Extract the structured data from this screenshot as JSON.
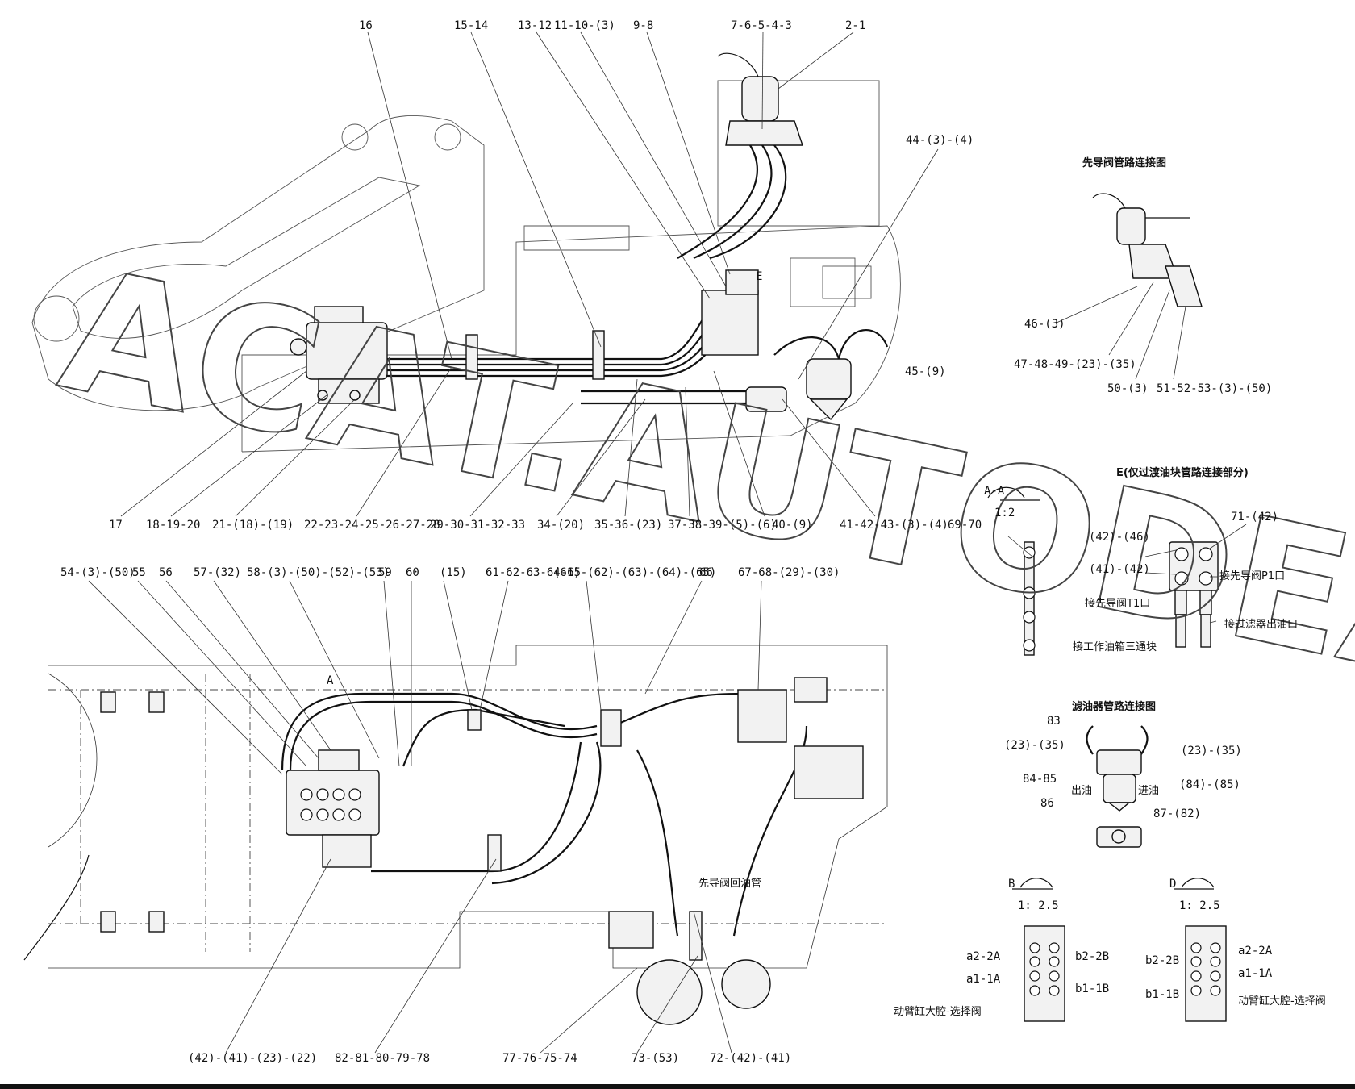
{
  "watermark": "ACAT.AUTODEALER.RU",
  "callouts_top": [
    "16",
    "15-14",
    "13-12",
    "11-10-(3)",
    "9-8",
    "7-6-5-4-3",
    "2-1",
    "44-(3)-(4)",
    "45-(9)",
    "17",
    "18-19-20",
    "21-(18)-(19)",
    "22-23-24-25-26-27-28",
    "29-30-31-32-33",
    "34-(20)",
    "35-36-(23)",
    "37-38-39-(5)-(6)",
    "40-(9)",
    "41-42-43-(3)-(4)"
  ],
  "callouts_bottom": [
    "54-(3)-(50)",
    "55",
    "56",
    "57-(32)",
    "58-(3)-(50)-(52)-(53)",
    "59",
    "60",
    "(15)",
    "61-62-63-64-65",
    "(61)-(62)-(63)-(64)-(65)",
    "66",
    "67-68-(29)-(30)",
    "(42)-(41)-(23)-(22)",
    "82-81-80-79-78",
    "77-76-75-74",
    "73-(53)",
    "72-(42)-(41)",
    "先导阀回油管"
  ],
  "details": {
    "pilot": {
      "title": "先导阀管路连接图",
      "labels": [
        "46-(3)",
        "47-48-49-(23)-(35)",
        "50-(3)",
        "51-52-53-(3)-(50)"
      ]
    },
    "block_e": {
      "title": "E(仅过渡油块管路连接部分)",
      "section": "A-A",
      "scale": "1:2",
      "labels": [
        "69-70",
        "(42)-(46)",
        "71-(42)",
        "(41)-(42)",
        "接先导阀P1口",
        "接先导阀T1口",
        "接过滤器出油口",
        "接工作油箱三通块"
      ]
    },
    "filter": {
      "title": "滤油器管路连接图",
      "labels": [
        "83",
        "(23)-(35)",
        "(23)-(35)",
        "84-85",
        "出油",
        "进油",
        "(84)-(85)",
        "86",
        "87-(82)"
      ]
    },
    "view_b": {
      "title": "B",
      "scale": "1: 2.5",
      "labels": [
        "a2-2A",
        "b2-2B",
        "a1-1A",
        "b1-1B",
        "动臂缸大腔-选择阀"
      ]
    },
    "view_d": {
      "title": "D",
      "scale": "1: 2.5",
      "labels": [
        "b2-2B",
        "a2-2A",
        "a1-1A",
        "b1-1B",
        "动臂缸大腔-选择阀"
      ]
    }
  },
  "markers": [
    "A",
    "E"
  ]
}
